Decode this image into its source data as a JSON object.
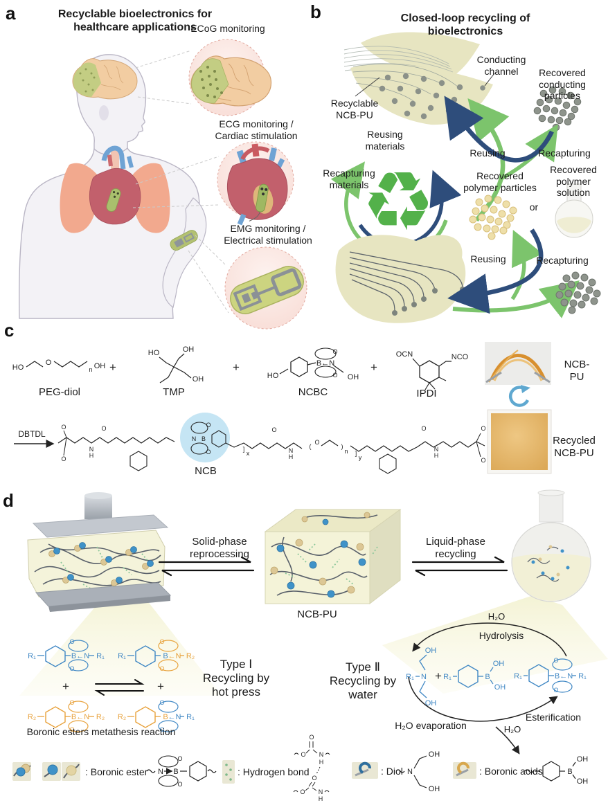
{
  "colors": {
    "khaki_substrate": "#e7e5c1",
    "block_cream": "#f4f3da",
    "recycle_green": "#53b14a",
    "arrow_green": "#7cc46c",
    "arrow_navy": "#2e4d7b",
    "chem_blue": "#3f87c4",
    "chem_orange": "#e8a23c",
    "bead_blue": "#3f92c8",
    "bead_tan": "#dcc795",
    "particle_gray": "#8e948c",
    "polymer_particle_tan": "#eedfa9",
    "ncb_highlight": "#c2e4f3",
    "photo_gold": "#dfae62",
    "callout_pink": "#f8dcd5"
  },
  "panel_a": {
    "tag": "a",
    "title": "Recyclable bioelectronics for\nhealthcare applications",
    "ecog_label": "ECoG monitoring",
    "ecg_label": "ECG monitoring /\nCardiac stimulation",
    "emg_label": "EMG monitoring /\nElectrical stimulation"
  },
  "panel_b": {
    "tag": "b",
    "title": "Closed-loop recycling of bioelectronics",
    "conducting_channel": "Conducting\nchannel",
    "recovered_conducting": "Recovered\nconducting particles",
    "recyclable_ncbpu": "Recyclable\nNCB-PU",
    "reusing_materials": "Reusing\nmaterials",
    "recapturing_materials": "Recapturing\nmaterials",
    "reusing_upper": "Reusing",
    "recapturing_upper": "Recapturing",
    "recovered_polymer_particles": "Recovered\npolymer particles",
    "recovered_polymer_solution": "Recovered\npolymer solution",
    "or": "or",
    "reusing_lower": "Reusing",
    "recapturing_lower": "Recapturing",
    "recycle_icon": "♻"
  },
  "panel_c": {
    "tag": "c",
    "reagents": {
      "peg": "PEG-diol",
      "tmp": "TMP",
      "ncbc": "NCBC",
      "ipdi": "IPDI"
    },
    "catalyst": "DBTDL",
    "ncb": "NCB",
    "photo_top_label": "NCB-PU",
    "photo_bottom_label": "Recycled\nNCB-PU"
  },
  "panel_d": {
    "tag": "d",
    "solid_phase": "Solid-phase\nreprocessing",
    "liquid_phase": "Liquid-phase\nrecycling",
    "cube_label": "NCB-PU",
    "type1": "Type Ⅰ\nRecycling by\nhot press",
    "type2": "Type Ⅱ\nRecycling by\nwater",
    "metathesis": "Boronic esters metathesis reaction",
    "hydrolysis": "Hydrolysis",
    "esterification": "Esterification",
    "h2o": "H₂O",
    "h2o_evaporation": "H₂O evaporation"
  },
  "legend": {
    "boronic_ester": ": Boronic ester",
    "hydrogen_bond": ": Hydrogen bond",
    "diol": ": Diol",
    "boronic_acids": ": Boronic acids"
  },
  "atoms": {
    "HO": "HO",
    "OH": "OH",
    "O": "O",
    "N": "N",
    "B": "B",
    "H": "H",
    "BN": "B←N",
    "arrN": "←N",
    "R1": "R₁",
    "R2": "R₂",
    "OCN": "OCN",
    "NCO": "NCO",
    "plus": "+",
    "n": "n",
    "x": "x",
    "y": "y"
  }
}
